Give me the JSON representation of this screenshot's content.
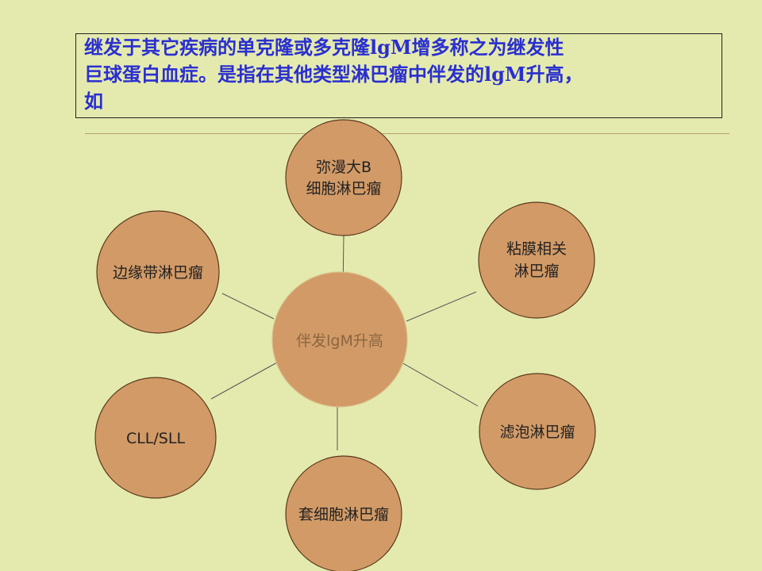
{
  "title": {
    "lines": [
      "继发于其它疾病的单克隆或多克隆lgM增多称之为继发性",
      "巨球蛋白血症。是指在其他类型淋巴瘤中伴发的lgM升高，",
      "如"
    ]
  },
  "diagram": {
    "center": {
      "label": "伴发lgM升高"
    },
    "nodes": [
      {
        "lines": [
          "弥漫大B",
          "细胞淋巴瘤"
        ]
      },
      {
        "lines": [
          "粘膜相关",
          "淋巴瘤"
        ]
      },
      {
        "lines": [
          "滤泡淋巴瘤"
        ]
      },
      {
        "lines": [
          "套细胞淋巴瘤"
        ]
      },
      {
        "lines": [
          "CLL/SLL"
        ]
      },
      {
        "lines": [
          "边缘带淋巴瘤"
        ]
      }
    ]
  },
  "colors": {
    "background": "#e4eaae",
    "title_text": "#2a2fd0",
    "circle_fill": "#d29a66",
    "circle_stroke": "#5a3a1c",
    "center_text": "#8a6640"
  }
}
